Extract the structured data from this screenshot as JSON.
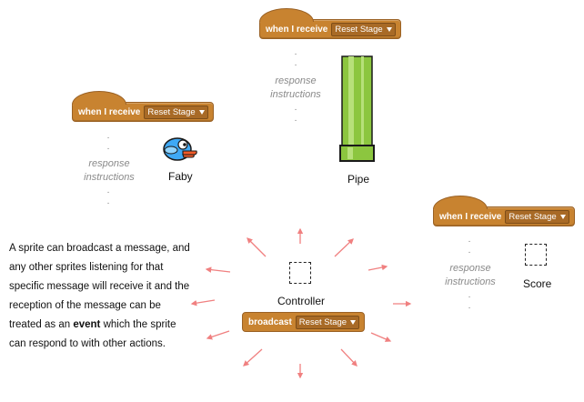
{
  "blocks": {
    "top": {
      "hat_text": "when I receive",
      "message": "Reset Stage"
    },
    "left": {
      "hat_text": "when I receive",
      "message": "Reset Stage"
    },
    "right": {
      "hat_text": "when I receive",
      "message": "Reset Stage"
    },
    "broadcast": {
      "cmd_text": "broadcast",
      "message": "Reset Stage"
    }
  },
  "placeholders": {
    "line1": "response",
    "line2": "instructions"
  },
  "sprites": {
    "faby": "Faby",
    "pipe": "Pipe",
    "controller": "Controller",
    "score": "Score"
  },
  "description": {
    "before": "A sprite can broadcast a message, and any other sprites listening for that specific message will receive it and the reception of the message can be treated as an ",
    "emphasis": "event",
    "after": " which the sprite can respond to with other actions."
  },
  "colors": {
    "event_block": "#c88330",
    "arrows": "#f08080",
    "pipe_green": "#8cc63f"
  },
  "icons": {
    "faby": "flappy-bird-icon",
    "pipe": "green-pipe-icon"
  }
}
